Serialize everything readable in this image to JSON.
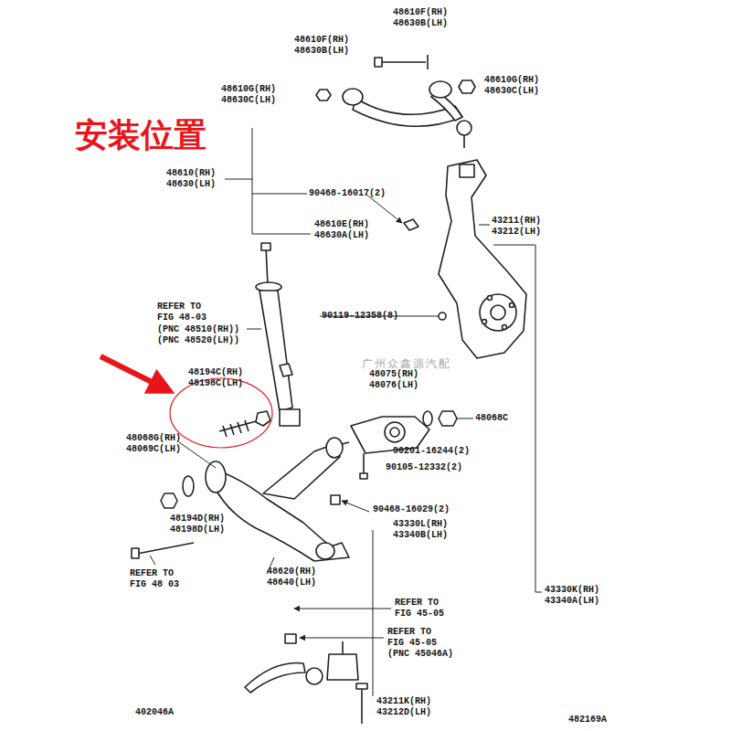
{
  "diagram": {
    "labels": [
      "48610F(RH) 48630B(LH)",
      "48610F(RH) 48630B(LH)",
      "48610G(RH) 48630C(LH)",
      "48610G(RH) 48630C(LH)",
      "48610(RH) 48630(LH)",
      "90468-16017(2)",
      "48610E(RH) 48630A(LH)",
      "43211(RH) 43212(LH)",
      "90119-12358(8)",
      "REFER TO FIG 48-03",
      "(PNC 48510(RH)) (PNC 48520(LH))",
      "48194C(RH) 48198C(LH)",
      "48075(RH) 48076(LH)",
      "48068C",
      "48068G(RH) 48069C(LH)",
      "90201-16244(2)",
      "90105-12332(2)",
      "48194D(RH) 48198D(LH)",
      "48620(RH) 48640(LH)",
      "90468-16029(2)",
      "43330L(RH) 43340B(LH)",
      "43330K(RH) 43340A(LH)",
      "REFER TO FIG 48 03",
      "REFER TO FIG 45-05",
      "REFER TO FIG 45-05",
      "(PNC 45046A)",
      "43211K(RH) 43212D(LH)",
      "402046A",
      "482169A",
      "安装位置",
      "广州众鑫源汽配"
    ]
  }
}
